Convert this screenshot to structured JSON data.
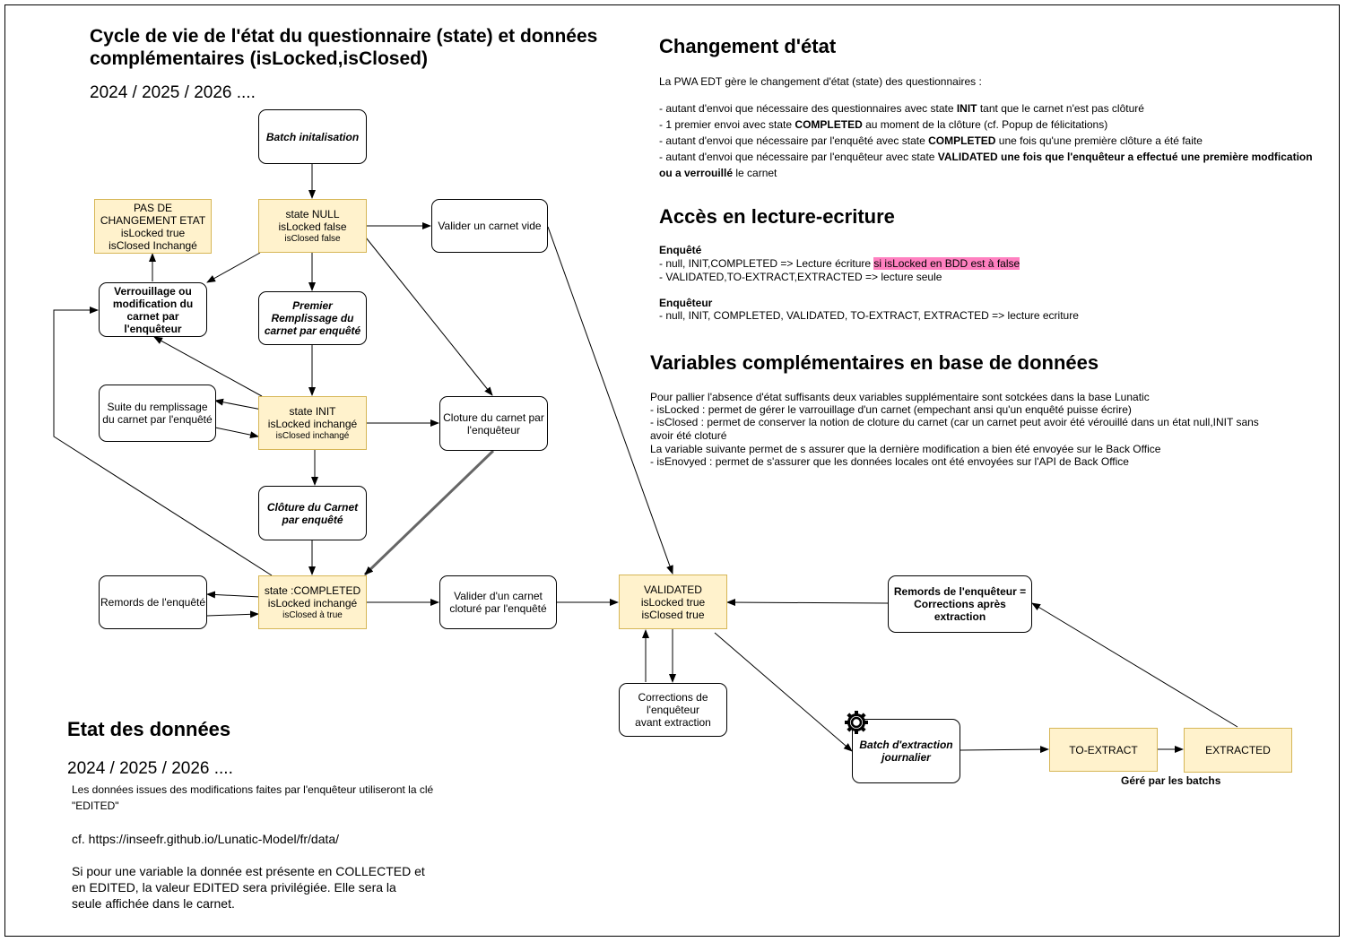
{
  "lifecycle": {
    "title_line1": "Cycle de vie de l'état du questionnaire (state) et données",
    "title_line2": "complémentaires (isLocked,isClosed)",
    "years": "2024 / 2025 / 2026 ...."
  },
  "nodes": {
    "batch_init": "Batch initalisation",
    "state_null": {
      "line1": "state NULL",
      "line2": "isLocked  false",
      "line3": "isClosed false"
    },
    "pas_de_changement": {
      "line1": "PAS DE",
      "line2": "CHANGEMENT ETAT",
      "line3": "isLocked true",
      "line4": "isClosed Inchangé"
    },
    "valider_vide": "Valider un carnet vide",
    "verrouillage": {
      "line1": "Verrouillage ou",
      "line2": "modification du",
      "line3": "carnet par",
      "line4": "l'enquêteur"
    },
    "premier_remplissage": {
      "line1": "Premier",
      "line2": "Remplissage du",
      "line3": "carnet par enquêté"
    },
    "suite_remplissage": {
      "line1": "Suite du remplissage",
      "line2": "du carnet par l'enquêté"
    },
    "state_init": {
      "line1": "state INIT",
      "line2": "isLocked  inchangé",
      "line3": "isClosed inchangé"
    },
    "cloture_enqueteur": {
      "line1": "Cloture du carnet par",
      "line2": "l'enquêteur"
    },
    "cloture_enquete": {
      "line1": "Clôture du Carnet",
      "line2": "par enquêté"
    },
    "remords_enquete": "Remords de l'enquêté",
    "state_completed": {
      "line1": "state :COMPLETED",
      "line2": "isLocked  inchangé",
      "line3": "isClosed à true"
    },
    "valider_cloture": {
      "line1": "Valider d'un carnet",
      "line2": "cloturé par l'enquêté"
    },
    "validated": {
      "line1": "VALIDATED",
      "line2": "isLocked true",
      "line3": "isClosed true"
    },
    "remords_enqueteur": {
      "line1": "Remords de l'enquêteur =",
      "line2": "Corrections après",
      "line3": "extraction"
    },
    "corrections_enqueteur": {
      "line1": "Corrections de",
      "line2": "l'enquêteur",
      "line3": "avant extraction"
    },
    "batch_extraction": {
      "line1": "Batch d'extraction",
      "line2": "journalier"
    },
    "to_extract": "TO-EXTRACT",
    "extracted": "EXTRACTED",
    "gere_par_batchs": "Géré par les batchs"
  },
  "changement": {
    "title": "Changement d'état",
    "intro": "La PWA EDT gère le changement d'état (state) des questionnaires :",
    "b1_pre": "- autant d'envoi que nécessaire des questionnaires avec state ",
    "b1_bold": "INIT",
    "b1_post": " tant que le carnet n'est pas clôturé",
    "b2_pre": "- 1 premier envoi avec state ",
    "b2_bold": "COMPLETED",
    "b2_post": " au moment de la clôture (cf. Popup de félicitations)",
    "b3_pre": "- autant d'envoi que nécessaire par l'enquêté avec state ",
    "b3_bold": "COMPLETED",
    "b3_post": " une fois qu'une première clôture a été faite",
    "b4_pre": "- autant d'envoi que nécessaire par l'enquêteur avec state ",
    "b4_bold": "VALIDATED  une fois que l'enquêteur a effectué une première modfication",
    "b4_bold2": "ou a verrouillé",
    "b4_post": " le carnet"
  },
  "acces": {
    "title": "Accès en lecture-ecriture",
    "enquete_label": "Enquêté",
    "enquete_l1_pre": "- null, INIT,COMPLETED => Lecture écriture ",
    "enquete_l1_hl": "si isLocked en BDD est à false",
    "enquete_l2": "- VALIDATED,TO-EXTRACT,EXTRACTED => lecture seule",
    "enqueteur_label": "Enquêteur",
    "enqueteur_l1": "- null, INIT, COMPLETED, VALIDATED, TO-EXTRACT, EXTRACTED => lecture ecriture",
    "highlight_color": "#ff80c0"
  },
  "variables": {
    "title": "Variables complémentaires en base de données",
    "l1": "Pour pallier l'absence d'état suffisants  deux variables supplémentaire sont sotckées dans la base Lunatic",
    "l2": "- isLocked : permet de gérer le varrouillage d'un carnet (empechant ansi qu'un enquêté puisse écrire)",
    "l3": "- isClosed : permet de conserver la notion de cloture du carnet (car un carnet peut avoir été vérouillé dans un état null,INIT sans",
    "l4": "avoir été cloturé",
    "l5": "La variable suivante permet de s assurer que la dernière modification a bien été envoyée sur le Back Office",
    "l6": "- isEnovyed : permet de s'assurer que les données locales ont été envoyées sur l'API de Back Office"
  },
  "etat_donnees": {
    "title": "Etat des données",
    "years": "2024 / 2025 / 2026 ....",
    "p1_l1": "Les données issues des modifications faites par l'enquêteur utiliseront la clé",
    "p1_l2": "\"EDITED\"",
    "p2": "cf. https://inseefr.github.io/Lunatic-Model/fr/data/",
    "p3_l1": "Si pour une variable la donnée est présente en COLLECTED et",
    "p3_l2": "en EDITED, la valeur EDITED sera privilégiée. Elle sera la",
    "p3_l3": "seule affichée dans le carnet."
  },
  "colors": {
    "yellow_fill": "#fff2cc",
    "yellow_border": "#d6b656"
  }
}
